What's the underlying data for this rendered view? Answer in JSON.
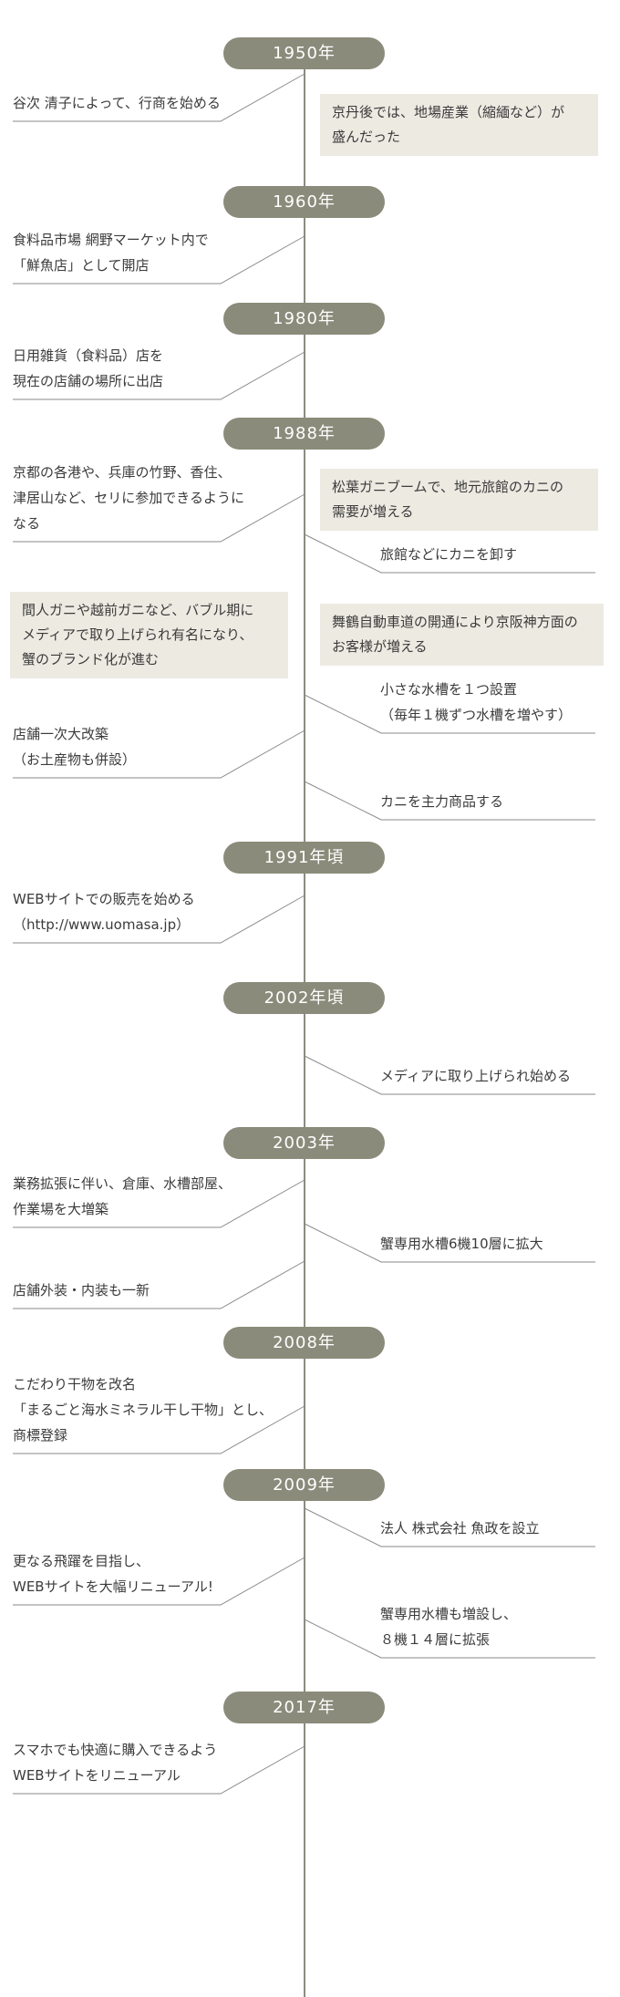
{
  "colors": {
    "badge_bg": "#8b8b7b",
    "note_bg": "#edeae2",
    "text": "#3b3b3b",
    "connector": "#8a8a8a",
    "axis": "#8b8b80"
  },
  "timeline": {
    "sections": [
      {
        "year": "1950年",
        "items": [
          {
            "kind": "event",
            "side": "left",
            "text": "谷次 清子によって、行商を始める"
          },
          {
            "kind": "note",
            "side": "right",
            "text": "京丹後では、地場産業（縮緬など）が\n盛んだった"
          }
        ]
      },
      {
        "year": "1960年",
        "items": [
          {
            "kind": "event",
            "side": "left",
            "text": "食料品市場 網野マーケット内で\n「鮮魚店」として開店"
          }
        ]
      },
      {
        "year": "1980年",
        "items": [
          {
            "kind": "event",
            "side": "left",
            "text": "日用雑貨（食料品）店を\n現在の店舗の場所に出店"
          }
        ]
      },
      {
        "year": "1988年",
        "items": [
          {
            "kind": "event",
            "side": "left",
            "text": "京都の各港や、兵庫の竹野、香住、\n津居山など、セリに参加できるように\nなる"
          },
          {
            "kind": "note",
            "side": "right",
            "text": "松葉ガニブームで、地元旅館のカニの\n需要が増える"
          },
          {
            "kind": "event",
            "side": "right",
            "text": "旅館などにカニを卸す"
          },
          {
            "kind": "note",
            "side": "left",
            "text": "間人ガニや越前ガニなど、バブル期に\nメディアで取り上げられ有名になり、\n蟹のブランド化が進む"
          },
          {
            "kind": "note",
            "side": "right",
            "text": "舞鶴自動車道の開通により京阪神方面の\nお客様が増える"
          },
          {
            "kind": "event",
            "side": "right",
            "text": "小さな水槽を１つ設置\n（毎年１機ずつ水槽を増やす）"
          },
          {
            "kind": "event",
            "side": "left",
            "text": "店舗一次大改築\n（お土産物も併設）"
          },
          {
            "kind": "event",
            "side": "right",
            "text": "カニを主力商品する"
          }
        ]
      },
      {
        "year": "1991年頃",
        "items": [
          {
            "kind": "event",
            "side": "left",
            "text": "WEBサイトでの販売を始める\n（http://www.uomasa.jp）"
          }
        ]
      },
      {
        "year": "2002年頃",
        "items": [
          {
            "kind": "event",
            "side": "right",
            "text": "メディアに取り上げられ始める"
          }
        ]
      },
      {
        "year": "2003年",
        "items": [
          {
            "kind": "event",
            "side": "left",
            "text": "業務拡張に伴い、倉庫、水槽部屋、\n作業場を大増築"
          },
          {
            "kind": "event",
            "side": "right",
            "text": "蟹専用水槽6機10層に拡大"
          },
          {
            "kind": "event",
            "side": "left",
            "text": "店舗外装・内装も一新"
          }
        ]
      },
      {
        "year": "2008年",
        "items": [
          {
            "kind": "event",
            "side": "left",
            "text": "こだわり干物を改名\n「まるごと海水ミネラル干し干物」とし、\n商標登録"
          }
        ]
      },
      {
        "year": "2009年",
        "items": [
          {
            "kind": "event",
            "side": "right",
            "text": "法人 株式会社 魚政を設立"
          },
          {
            "kind": "event",
            "side": "left",
            "text": "更なる飛躍を目指し、\nWEBサイトを大幅リニューアル!"
          },
          {
            "kind": "event",
            "side": "right",
            "text": "蟹専用水槽も増設し、\n８機１４層に拡張"
          }
        ]
      },
      {
        "year": "2017年",
        "items": [
          {
            "kind": "event",
            "side": "left",
            "text": "スマホでも快適に購入できるよう\nWEBサイトをリニューアル"
          }
        ]
      }
    ]
  }
}
